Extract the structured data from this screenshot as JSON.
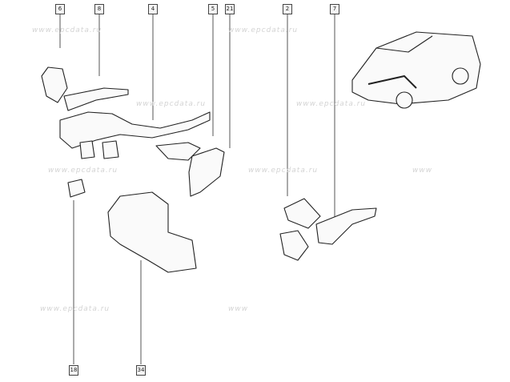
{
  "labels": {
    "l6": "6",
    "l8": "8",
    "l4": "4",
    "l5": "5",
    "l21": "21",
    "l2": "2",
    "l7": "7",
    "l18": "18",
    "l34": "34"
  },
  "watermark": "www.epcdata.ru",
  "watermark_short": "www"
}
